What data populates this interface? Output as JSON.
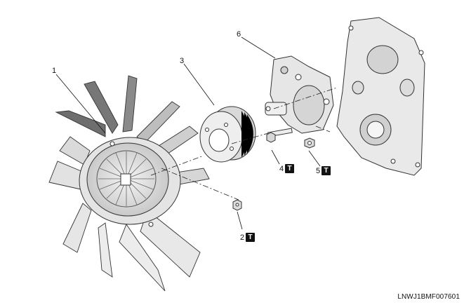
{
  "diagram": {
    "callouts": [
      {
        "id": "1",
        "label": "1"
      },
      {
        "id": "2",
        "label": "2"
      },
      {
        "id": "3",
        "label": "3"
      },
      {
        "id": "4",
        "label": "4"
      },
      {
        "id": "5",
        "label": "5"
      },
      {
        "id": "6",
        "label": "6"
      }
    ],
    "torque_symbol": "T",
    "figure_code": "LNWJ1BMF007601"
  }
}
